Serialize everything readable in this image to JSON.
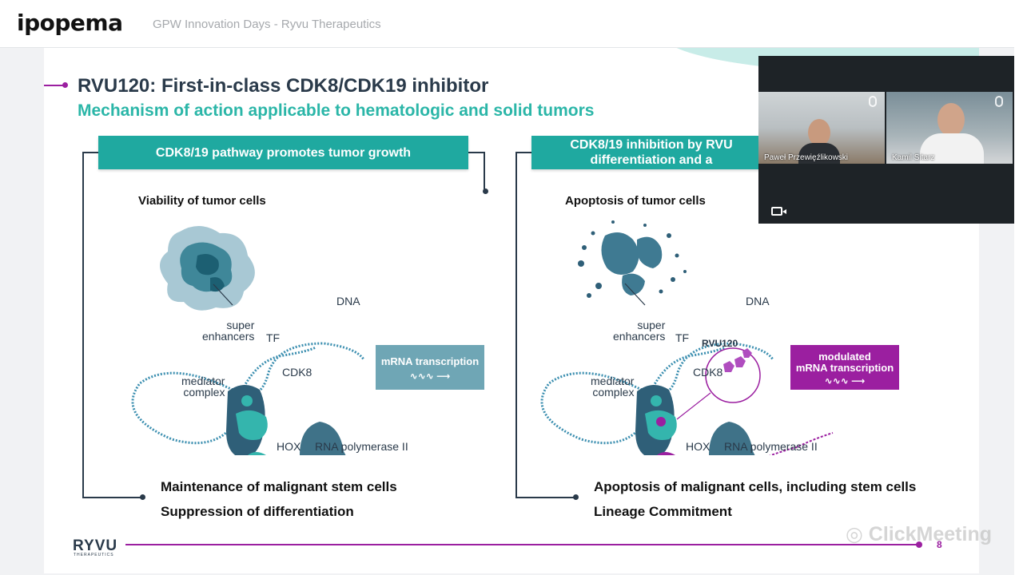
{
  "topbar": {
    "brand": "ipopema",
    "event_title": "GPW Innovation Days - Ryvu Therapeutics"
  },
  "slide": {
    "title": "RVU120: First-in-class CDK8/CDK19 inhibitor",
    "subtitle": "Mechanism of action applicable to hematologic and solid tumors",
    "left_panel": {
      "header": "CDK8/19 pathway promotes tumor growth",
      "section_label": "Viability of tumor cells",
      "labels": {
        "dna": "DNA",
        "super_enhancers": "super\nenhancers",
        "tf": "TF",
        "cdk8": "CDK8",
        "mediator_complex": "mediator\ncomplex",
        "hox": "HOX",
        "rna_pol": "RNA polymerase II"
      },
      "mrna_box": "mRNA transcription",
      "bottom_lines": [
        "Maintenance of malignant stem cells",
        "Suppression of differentiation"
      ]
    },
    "right_panel": {
      "header_line1": "CDK8/19 inhibition by RVU",
      "header_line2": "differentiation and a",
      "section_label": "Apoptosis of tumor cells",
      "labels": {
        "dna": "DNA",
        "super_enhancers": "super\nenhancers",
        "tf": "TF",
        "cdk8": "CDK8",
        "mediator_complex": "mediator\ncomplex",
        "hox": "HOX",
        "rna_pol": "RNA polymerase II",
        "drug": "RVU120"
      },
      "mrna_box_line1": "modulated",
      "mrna_box_line2": "mRNA transcription",
      "bottom_lines": [
        "Apoptosis of malignant cells, including stem cells",
        "Lineage Commitment"
      ]
    },
    "footer": {
      "logo": "RYVU",
      "logo_sub": "THERAPEUTICS",
      "page_number": "8"
    }
  },
  "watermark": "ClickMeeting",
  "video": {
    "participants": [
      {
        "name": "Paweł Przewięźlikowski"
      },
      {
        "name": "Kamil Sitarz"
      }
    ]
  },
  "colors": {
    "teal": "#1fa9a0",
    "purple": "#9b1fa0",
    "navy": "#2a3a4a"
  },
  "icons": [
    "microphone-icon",
    "camera-icon",
    "clickmeeting-logo-icon"
  ]
}
